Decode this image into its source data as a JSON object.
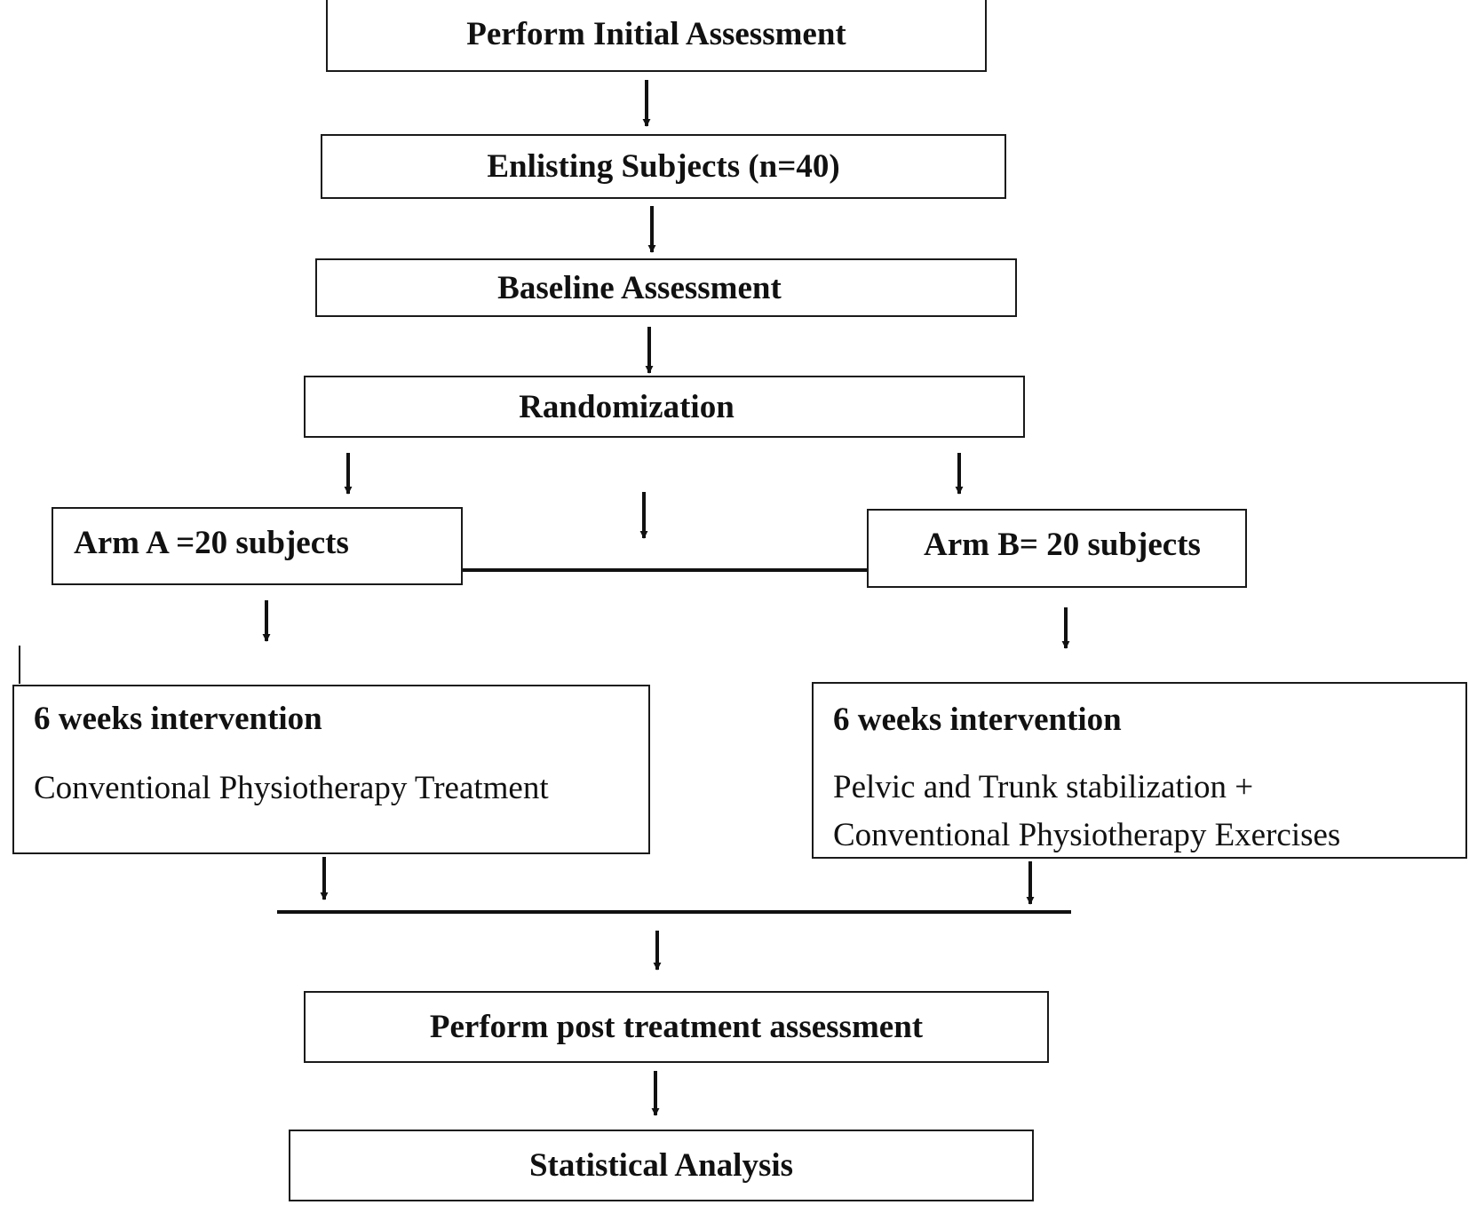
{
  "steps": {
    "initial": "Perform Initial Assessment",
    "enlisting": "Enlisting Subjects (n=40)",
    "baseline": "Baseline Assessment",
    "randomization": "Randomization",
    "post": "Perform post treatment assessment",
    "stats": "Statistical Analysis"
  },
  "arm_a": {
    "label": "Arm A =20 subjects",
    "intervention_title": "6 weeks intervention",
    "intervention_lines": [
      "Conventional Physiotherapy Treatment"
    ]
  },
  "arm_b": {
    "label": "Arm B= 20 subjects",
    "intervention_title": "6 weeks intervention",
    "intervention_lines": [
      "Pelvic and Trunk stabilization +",
      "Conventional Physiotherapy Exercises"
    ]
  }
}
